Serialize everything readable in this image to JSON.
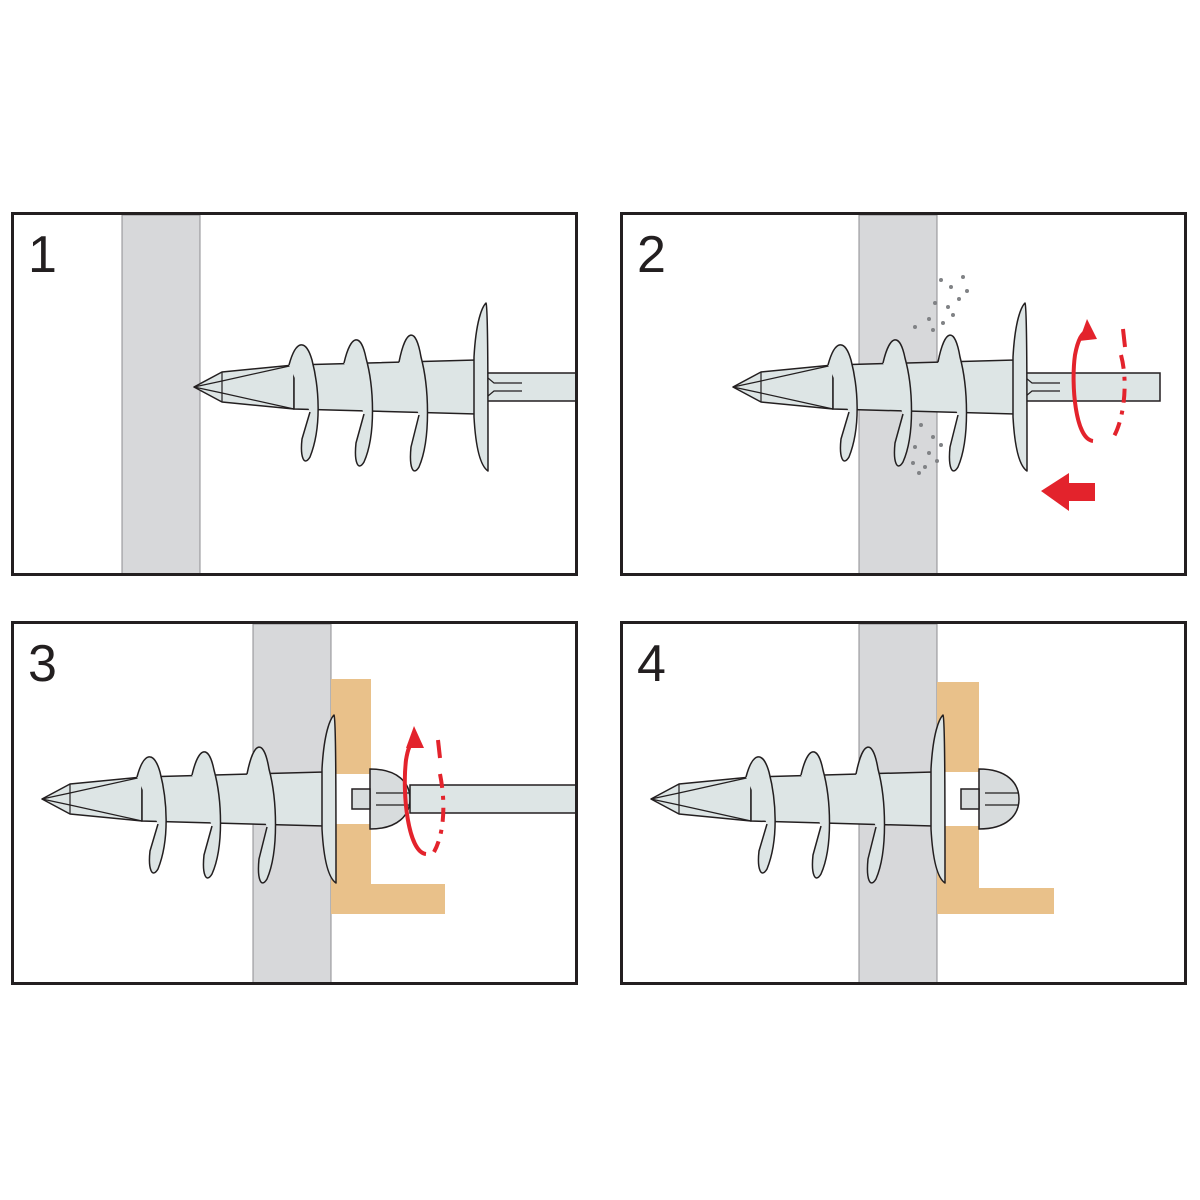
{
  "steps": [
    {
      "number": "1",
      "action": "position"
    },
    {
      "number": "2",
      "action": "drill-in"
    },
    {
      "number": "3",
      "action": "fasten"
    },
    {
      "number": "4",
      "action": "done"
    }
  ],
  "colors": {
    "wall": "#d7d8da",
    "anchor": "#dde5e5",
    "outline": "#231f20",
    "wood": "#e9c18a",
    "arrow": "#e3232c",
    "dust": "#808285"
  }
}
